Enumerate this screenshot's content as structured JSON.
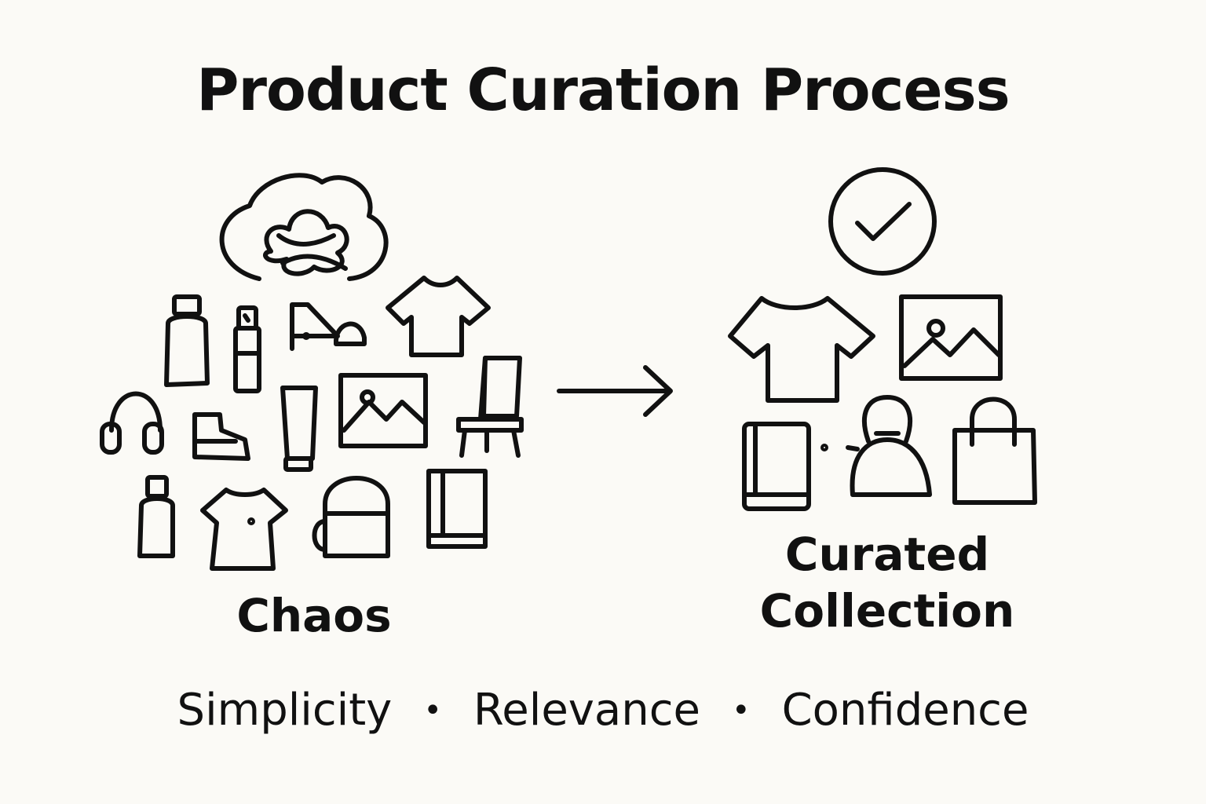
{
  "header": {
    "title": "Product Curation Process"
  },
  "chaos": {
    "label": "Chaos",
    "icons": [
      "cloud-tangle-icon",
      "bottle-icon",
      "lipstick-icon",
      "pennant-shapes-icon",
      "tshirt-icon",
      "headphones-icon",
      "shoe-icon",
      "tube-icon",
      "picture-icon",
      "chair-icon",
      "small-bottle-icon",
      "dress-icon",
      "backpack-icon",
      "book-icon"
    ]
  },
  "transition": {
    "icon": "arrow-right-icon"
  },
  "curated": {
    "label_line1": "Curated",
    "label_line2": "Collection",
    "icons": [
      "checkmark-circle-icon",
      "tshirt-icon",
      "picture-icon",
      "book-icon",
      "kettlebell-icon",
      "shopping-bag-icon"
    ]
  },
  "values": {
    "item1": "Simplicity",
    "item2": "Relevance",
    "item3": "Confidence",
    "separator": "•"
  },
  "colors": {
    "background": "#fbfaf6",
    "ink": "#111111"
  }
}
